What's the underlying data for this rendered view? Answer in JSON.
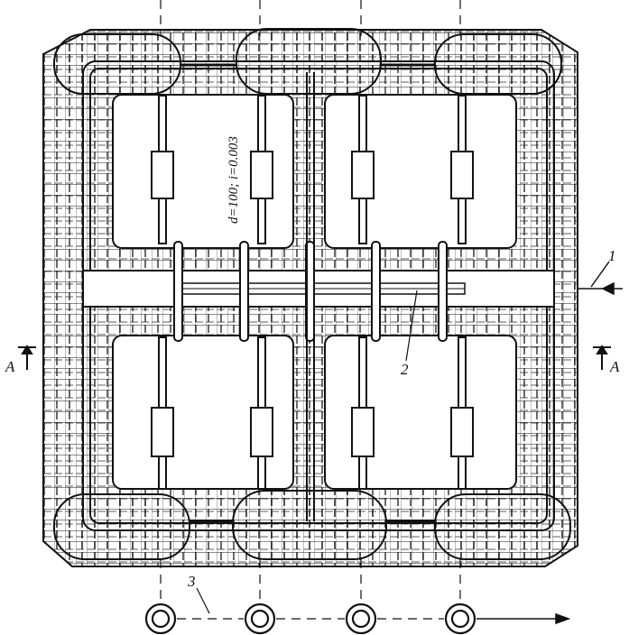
{
  "labels": {
    "pipe_spec": "d=100; i=0.003",
    "inlet_marker": "1",
    "header_pipe_marker": "2",
    "outlet_marker": "3",
    "section_left": "A",
    "section_right": "A"
  }
}
